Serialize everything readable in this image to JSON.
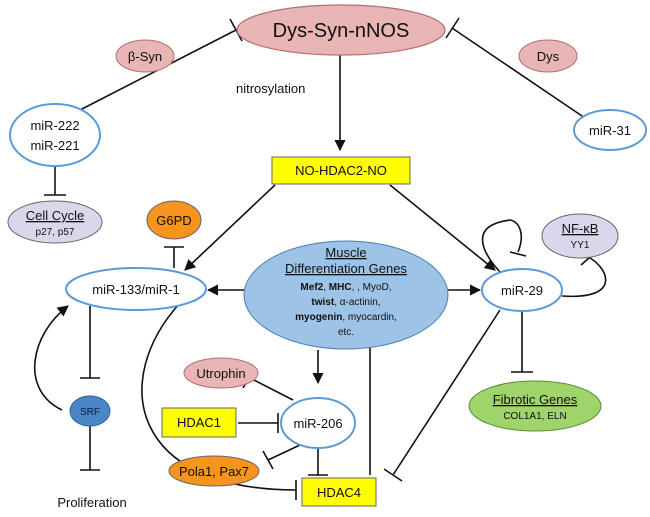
{
  "nodes": {
    "dys_syn_nos": "Dys-Syn-nNOS",
    "beta_syn": "β-Syn",
    "dys": "Dys",
    "mir222": "miR-222",
    "mir221": "miR-221",
    "mir31": "miR-31",
    "nitrosylation": "nitrosylation",
    "no_hdac2": "NO-HDAC2-NO",
    "cell_cycle": "Cell Cycle",
    "cell_cycle_sub": "p27, p57",
    "g6pd": "G6PD",
    "mir133": "miR-133/miR-1",
    "muscle_title_1": "Muscle",
    "muscle_title_2": "Differentiation Genes",
    "muscle_l1a": "Mef2",
    "muscle_l1b": ", ",
    "muscle_l1c": "MHC",
    "muscle_l1d": ", , MyoD,",
    "muscle_l2a": "twist",
    "muscle_l2b": ", α-actinin,",
    "muscle_l3a": "myogenin",
    "muscle_l3b": ", myocardin,",
    "muscle_l4": "etc.",
    "nfkb": "NF-κB",
    "yy1": "YY1",
    "mir29": "miR-29",
    "utrophin": "Utrophin",
    "hdac1": "HDAC1",
    "mir206": "miR-206",
    "srf": "SRF",
    "pola1": "Pola1, Pax7",
    "hdac4": "HDAC4",
    "fibrotic": "Fibrotic Genes",
    "fibrotic_sub": "COL1A1, ELN",
    "proliferation": "Proliferation"
  },
  "colors": {
    "pink": "#e8b4b4",
    "pink_stroke": "#b07070",
    "blue_outline": "#5b9bd5",
    "lavender": "#dcd6ec",
    "yellow": "#ffff00",
    "orange": "#f7941d",
    "blue_fill": "#9dc3e6",
    "dark_blue": "#4a86c8",
    "green": "#9fd46a"
  }
}
